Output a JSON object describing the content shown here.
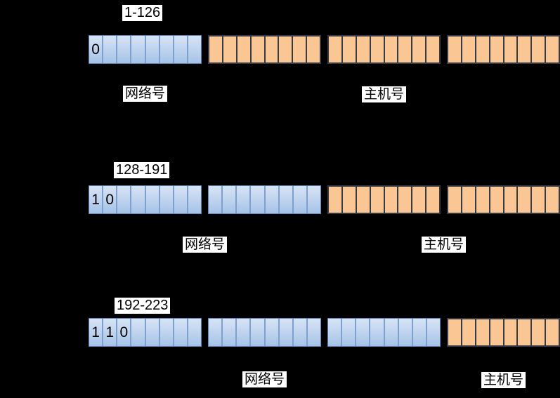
{
  "title": "IP address class structure diagram",
  "colors": {
    "background": "#000000",
    "network_fill_top": "#D7E4F6",
    "network_fill_bottom": "#A5C3E8",
    "network_separator": "#7EA0CF",
    "network_outline": "#5D80B4",
    "host_fill": "#FAC794",
    "host_border": "#363A44",
    "label_bg": "#FFFFFF",
    "label_text": "#000000"
  },
  "legend": {
    "network_label": "网络号",
    "host_label": "主机号"
  },
  "rows": [
    {
      "id": "class-a",
      "range_label": "1-126",
      "network_caption": "网络号",
      "host_caption": "主机号",
      "octets": [
        {
          "type": "network",
          "bits": [
            "0",
            "",
            "",
            "",
            "",
            "",
            "",
            ""
          ]
        },
        {
          "type": "host",
          "bits": [
            "",
            "",
            "",
            "",
            "",
            "",
            "",
            ""
          ]
        },
        {
          "type": "host",
          "bits": [
            "",
            "",
            "",
            "",
            "",
            "",
            "",
            ""
          ]
        },
        {
          "type": "host",
          "bits": [
            "",
            "",
            "",
            "",
            "",
            "",
            "",
            ""
          ]
        }
      ]
    },
    {
      "id": "class-b",
      "range_label": "128-191",
      "network_caption": "网络号",
      "host_caption": "主机号",
      "octets": [
        {
          "type": "network",
          "bits": [
            "1",
            "0",
            "",
            "",
            "",
            "",
            "",
            ""
          ]
        },
        {
          "type": "network",
          "bits": [
            "",
            "",
            "",
            "",
            "",
            "",
            "",
            ""
          ]
        },
        {
          "type": "host",
          "bits": [
            "",
            "",
            "",
            "",
            "",
            "",
            "",
            ""
          ]
        },
        {
          "type": "host",
          "bits": [
            "",
            "",
            "",
            "",
            "",
            "",
            "",
            ""
          ]
        }
      ]
    },
    {
      "id": "class-c",
      "range_label": "192-223",
      "network_caption": "网络号",
      "host_caption": "主机号",
      "octets": [
        {
          "type": "network",
          "bits": [
            "1",
            "1",
            "0",
            "",
            "",
            "",
            "",
            ""
          ]
        },
        {
          "type": "network",
          "bits": [
            "",
            "",
            "",
            "",
            "",
            "",
            "",
            ""
          ]
        },
        {
          "type": "network",
          "bits": [
            "",
            "",
            "",
            "",
            "",
            "",
            "",
            ""
          ]
        },
        {
          "type": "host",
          "bits": [
            "",
            "",
            "",
            "",
            "",
            "",
            "",
            ""
          ]
        }
      ]
    }
  ]
}
